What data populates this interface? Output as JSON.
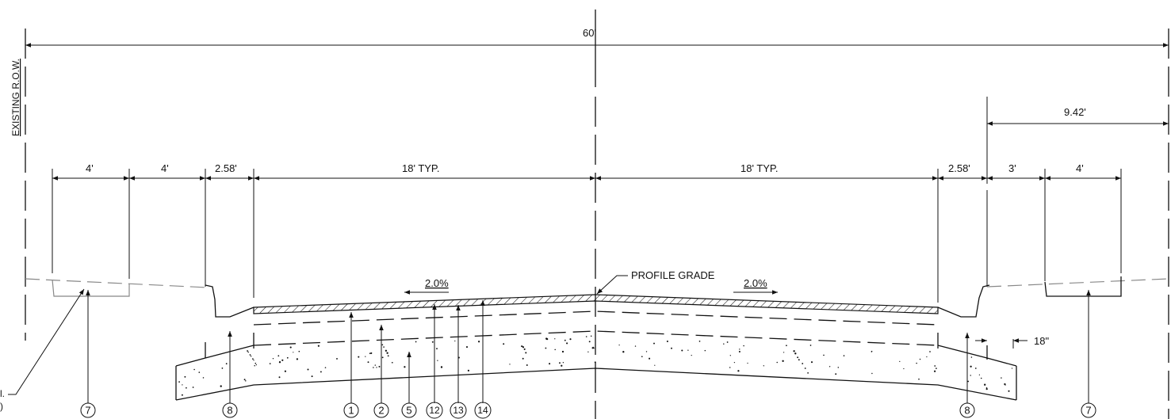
{
  "labels": {
    "row": "EXISTING R.O.W.",
    "total_width": "60'",
    "right_offset": "9.42'",
    "profile_grade": "PROFILE GRADE",
    "note_fragment_1": "l.",
    "note_fragment_2": ")"
  },
  "dimensions": {
    "left_walk_outer": "4'",
    "left_walk_inner": "4'",
    "left_curb": "2.58'",
    "left_lane": "18' TYP.",
    "right_lane": "18' TYP.",
    "right_curb": "2.58'",
    "right_strip": "3'",
    "right_walk": "4'",
    "curb_thickness": "18\""
  },
  "slopes": {
    "left": "2.0%",
    "right": "2.0%"
  },
  "callouts": {
    "c7_left": "7",
    "c8_left": "8",
    "c1": "1",
    "c2": "2",
    "c5": "5",
    "c12": "12",
    "c13": "13",
    "c14": "14",
    "c8_right": "8",
    "c7_right": "7"
  }
}
